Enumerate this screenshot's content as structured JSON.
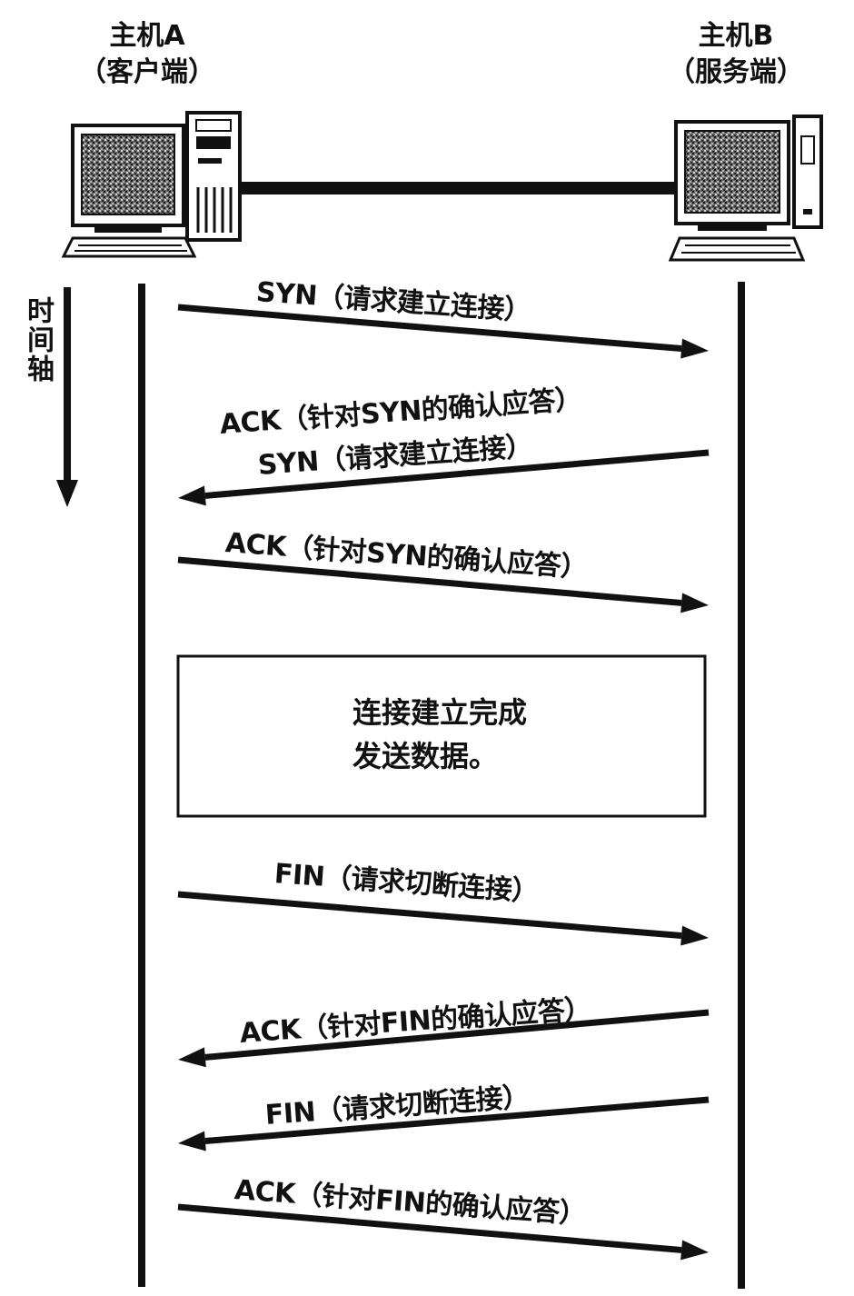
{
  "hosts": {
    "a": {
      "name": "主机A",
      "role": "（客户端）"
    },
    "b": {
      "name": "主机B",
      "role": "（服务端）"
    }
  },
  "time_axis": {
    "label": "时间轴"
  },
  "messages": [
    {
      "label": "SYN（请求建立连接）",
      "direction": "A→B"
    },
    {
      "label": "ACK（针对SYN的确认应答）",
      "direction": "B→A"
    },
    {
      "label": "SYN（请求建立连接）",
      "direction": "B→A"
    },
    {
      "label": "ACK（针对SYN的确认应答）",
      "direction": "A→B"
    },
    {
      "label": "FIN（请求切断连接）",
      "direction": "A→B"
    },
    {
      "label": "ACK（针对FIN的确认应答）",
      "direction": "B→A"
    },
    {
      "label": "FIN（请求切断连接）",
      "direction": "B→A"
    },
    {
      "label": "ACK（针对FIN的确认应答）",
      "direction": "A→B"
    }
  ],
  "data_box": {
    "line1": "连接建立完成",
    "line2": "发送数据。"
  }
}
